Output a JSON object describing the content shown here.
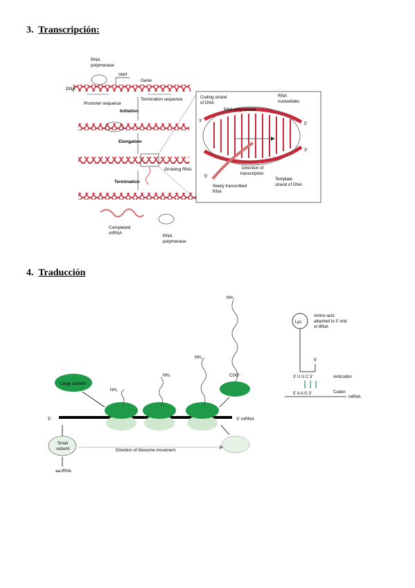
{
  "sections": {
    "transcription": {
      "number": "3.",
      "title": "Transcripción:"
    },
    "translation": {
      "number": "4.",
      "title": "Traducción"
    }
  },
  "transcription_figure": {
    "labels": {
      "rna_polymerase_top": [
        "RNA",
        "polymerase"
      ],
      "start": "start",
      "gene": "Gene",
      "dna": "DNA",
      "promoter": "Promoter sequence",
      "termination_seq": "Termination sequence",
      "initiation": "Initiation",
      "elongation": "Elongation",
      "growing_rna": "Growing RNA",
      "termination": "Termination",
      "completed_mrna": [
        "Completed",
        "mRNA"
      ],
      "rna_polymerase_bottom": [
        "RNA",
        "polymerase"
      ],
      "coding_strand": [
        "Coding strand",
        "of DNA"
      ],
      "rna_polymerase_inset": "RNA polymerase",
      "rna_nucleotides": [
        "RNA",
        "nucleotides"
      ],
      "three_prime": "3'",
      "five_prime": "5'",
      "direction": [
        "Direction of",
        "transcription"
      ],
      "newly_transcribed": [
        "Newly transcribed",
        "RNA"
      ],
      "template_strand": [
        "Template",
        "strand of DNA"
      ]
    },
    "colors": {
      "dna": "#c8283a",
      "rna": "#d27070",
      "outline": "#555555"
    }
  },
  "translation_figure": {
    "labels": {
      "large_subunit": "Large subunit",
      "small_subunit": [
        "Small",
        "subunit"
      ],
      "nh2": "NH₂",
      "cooh": "COO⁻",
      "five_prime": "5'",
      "three_prime_mrna": "3' mRNA",
      "direction": "Direction of ribosome movement",
      "aa_trna": "aa-tRNA",
      "lys": "Lys",
      "amino_acid": [
        "Amino acid",
        "attached to 3' end",
        "of tRNA"
      ],
      "trna_5": "5'",
      "anticodon_seq": "3'  U  U  C  5'",
      "anticodon": "Anticodon",
      "codon_seq": "5'  A  A  G  3'",
      "codon": "Codon",
      "mrna": "mRNA"
    },
    "colors": {
      "ribosome_large": "#1e9a48",
      "ribosome_small": "#cfe8cf",
      "base_pair": "#1e9a48"
    }
  }
}
